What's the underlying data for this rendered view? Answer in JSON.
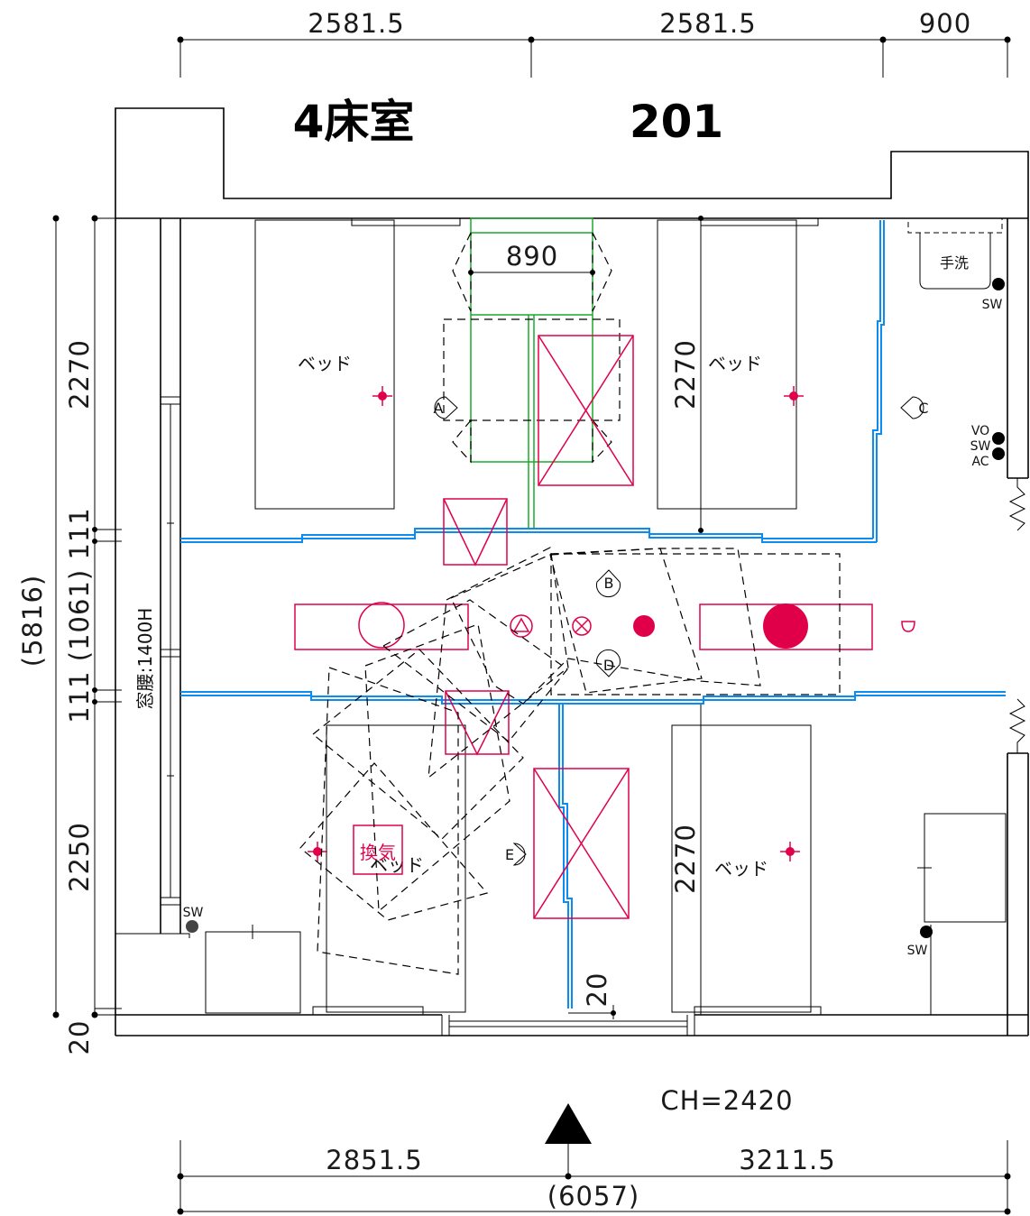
{
  "title": {
    "room_type": "4床室",
    "room_number": "201"
  },
  "dimensions": {
    "top": [
      "2581.5",
      "2581.5",
      "900"
    ],
    "bottom": [
      "2851.5",
      "3211.5"
    ],
    "bottom_total": "(6057)",
    "left_total": "(5816)",
    "left_upper": "2270",
    "left_middle": "111 (1061) 111",
    "left_lower": "2250",
    "left_bottom": "20",
    "inner_890": "890",
    "bed_upper_right": "2270",
    "bed_lower_right": "2270",
    "gap_20": "20",
    "ceiling_height": "CH=2420"
  },
  "labels": {
    "bed": "ベッド",
    "handwash": "手洗",
    "ventilation": "換気",
    "window_sill": "窓腰:1400H",
    "switches": {
      "sw": "SW",
      "vo": "VO",
      "ac": "AC"
    }
  },
  "markers": [
    "A",
    "B",
    "C",
    "D",
    "E"
  ],
  "colors": {
    "curtain_rail": "#0a8cf0",
    "equipment": "#e0004a",
    "overbed_unit": "#1aaa2a",
    "lines": "#000000"
  }
}
